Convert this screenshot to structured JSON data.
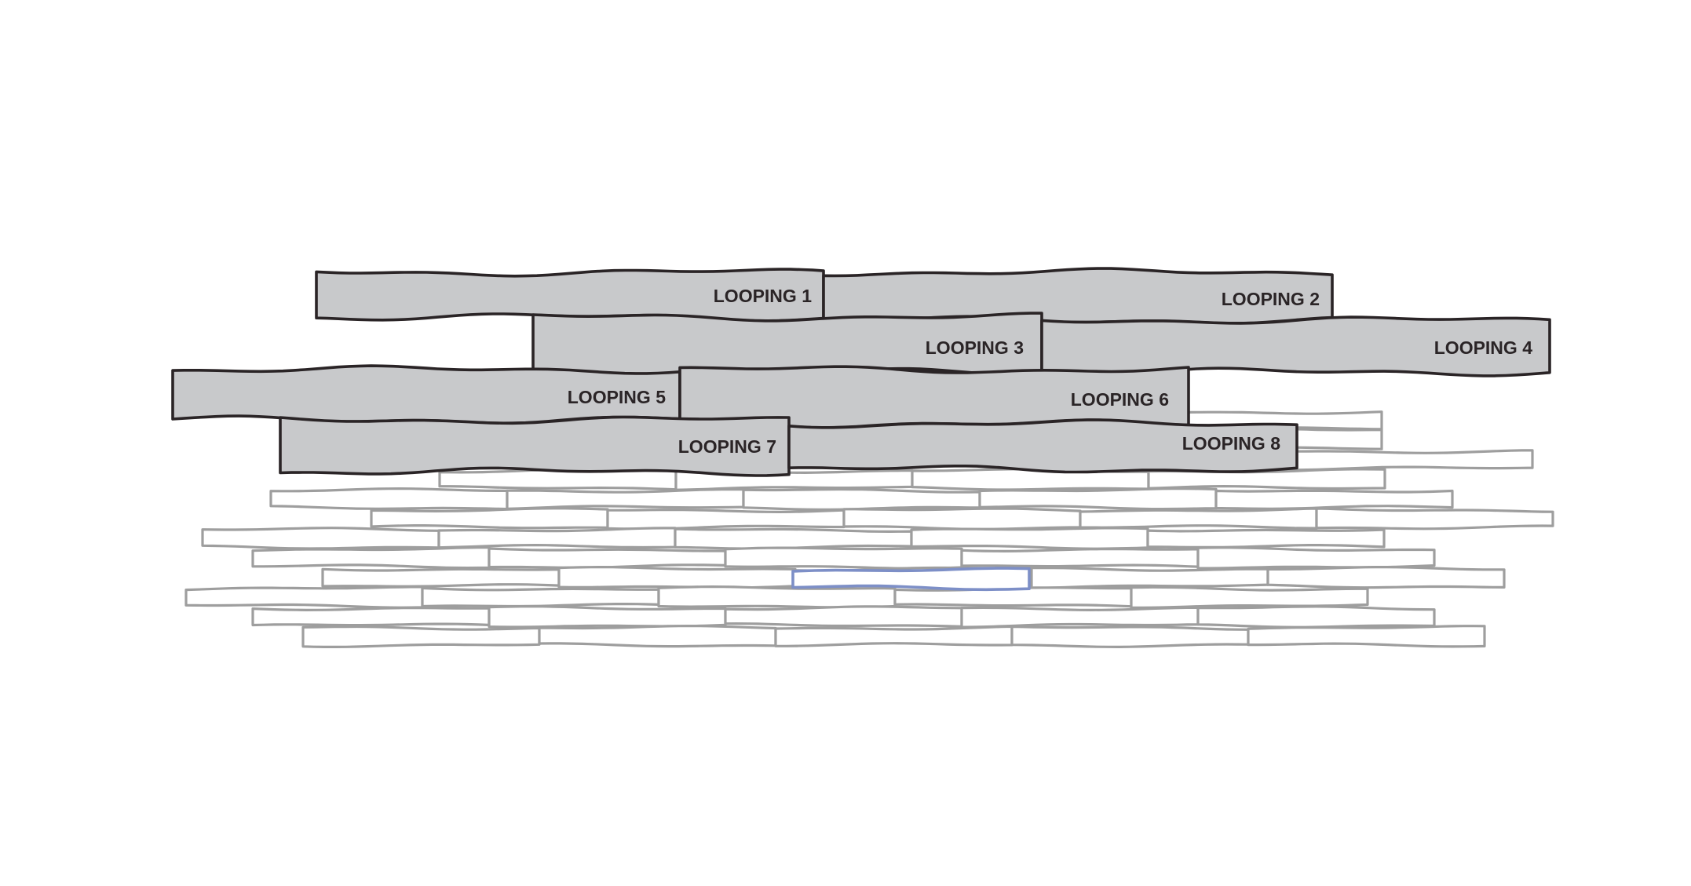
{
  "colors": {
    "background": "#ffffff",
    "plank_fill": "#c8c9cb",
    "plank_outline": "#2a2426",
    "grid_outline": "#9e9e9e",
    "highlight_outline": "#7d8fc7"
  },
  "planks": [
    {
      "label": "LOOPING 1"
    },
    {
      "label": "LOOPING 2"
    },
    {
      "label": "LOOPING 3"
    },
    {
      "label": "LOOPING 4"
    },
    {
      "label": "LOOPING 5"
    },
    {
      "label": "LOOPING 6"
    },
    {
      "label": "LOOPING 7"
    },
    {
      "label": "LOOPING 8"
    }
  ]
}
